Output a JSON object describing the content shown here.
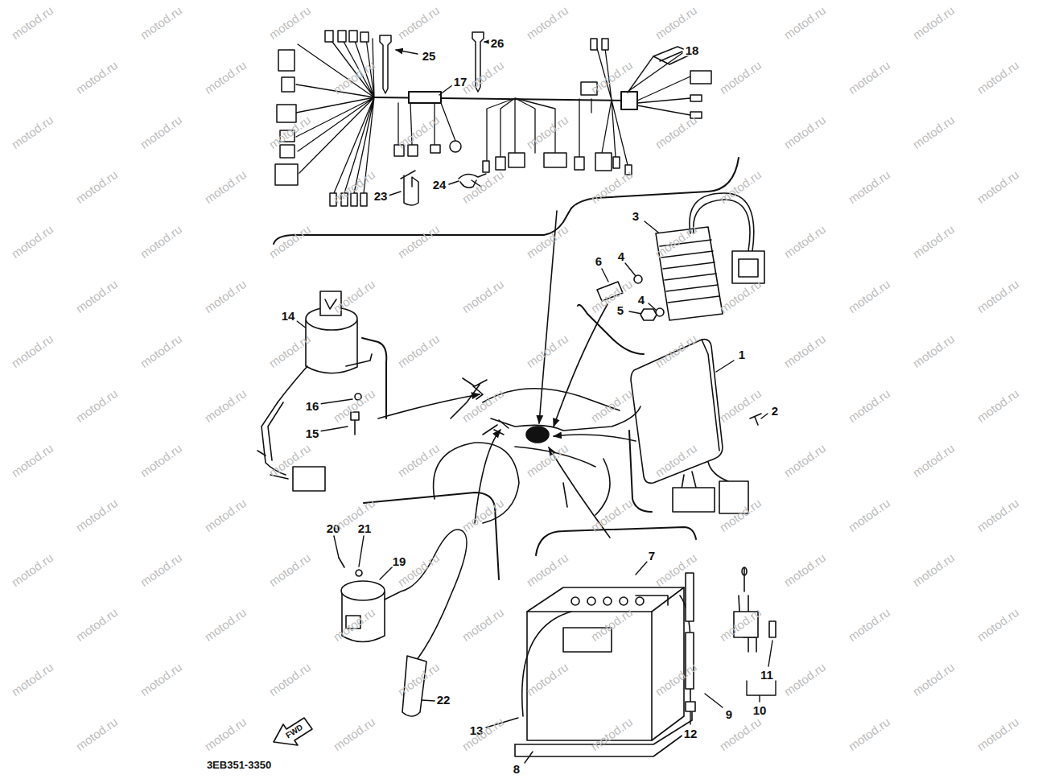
{
  "diagram": {
    "labels": [
      "25",
      "26",
      "17",
      "18",
      "23",
      "24",
      "3",
      "6",
      "4",
      "4",
      "5",
      "14",
      "1",
      "2",
      "16",
      "15",
      "20",
      "21",
      "19",
      "7",
      "11",
      "10",
      "9",
      "12",
      "13",
      "22",
      "8",
      "FWD",
      "3EB351-3350",
      "motod.ru",
      "motod.ru",
      "motod.ru",
      "motod.ru",
      "motod.ru",
      "motod.ru",
      "motod.ru",
      "motod.ru",
      "motod.ru",
      "motod.ru",
      "motod.ru",
      "motod.ru",
      "motod.ru",
      "motod.ru",
      "motod.ru",
      "motod.ru",
      "motod.ru",
      "motod.ru",
      "motod.ru",
      "motod.ru",
      "motod.ru",
      "motod.ru",
      "motod.ru",
      "motod.ru",
      "motod.ru",
      "motod.ru",
      "motod.ru",
      "motod.ru",
      "motod.ru",
      "motod.ru",
      "motod.ru",
      "motod.ru",
      "motod.ru",
      "motod.ru",
      "motod.ru",
      "motod.ru",
      "motod.ru",
      "motod.ru",
      "motod.ru",
      "motod.ru",
      "motod.ru",
      "motod.ru",
      "motod.ru",
      "motod.ru",
      "motod.ru",
      "motod.ru",
      "motod.ru",
      "motod.ru",
      "motod.ru",
      "motod.ru",
      "motod.ru",
      "motod.ru",
      "motod.ru",
      "motod.ru",
      "motod.ru",
      "motod.ru",
      "motod.ru",
      "motod.ru",
      "motod.ru",
      "motod.ru",
      "motod.ru",
      "motod.ru",
      "motod.ru",
      "motod.ru",
      "motod.ru",
      "motod.ru",
      "motod.ru",
      "motod.ru",
      "motod.ru",
      "motod.ru",
      "motod.ru",
      "motod.ru",
      "motod.ru",
      "motod.ru",
      "motod.ru",
      "motod.ru",
      "motod.ru",
      "motod.ru",
      "motod.ru",
      "motod.ru",
      "motod.ru",
      "motod.ru",
      "motod.ru",
      "motod.ru",
      "motod.ru",
      "motod.ru",
      "motod.ru",
      "motod.ru",
      "motod.ru",
      "motod.ru",
      "motod.ru",
      "motod.ru",
      "motod.ru",
      "motod.ru",
      "motod.ru",
      "motod.ru",
      "motod.ru",
      "motod.ru",
      "motod.ru",
      "motod.ru",
      "motod.ru",
      "motod.ru",
      "motod.ru",
      "motod.ru",
      "motod.ru",
      "motod.ru",
      "motod.ru",
      "motod.ru",
      "motod.ru",
      "motod.ru",
      "motod.ru",
      "motod.ru"
    ]
  }
}
